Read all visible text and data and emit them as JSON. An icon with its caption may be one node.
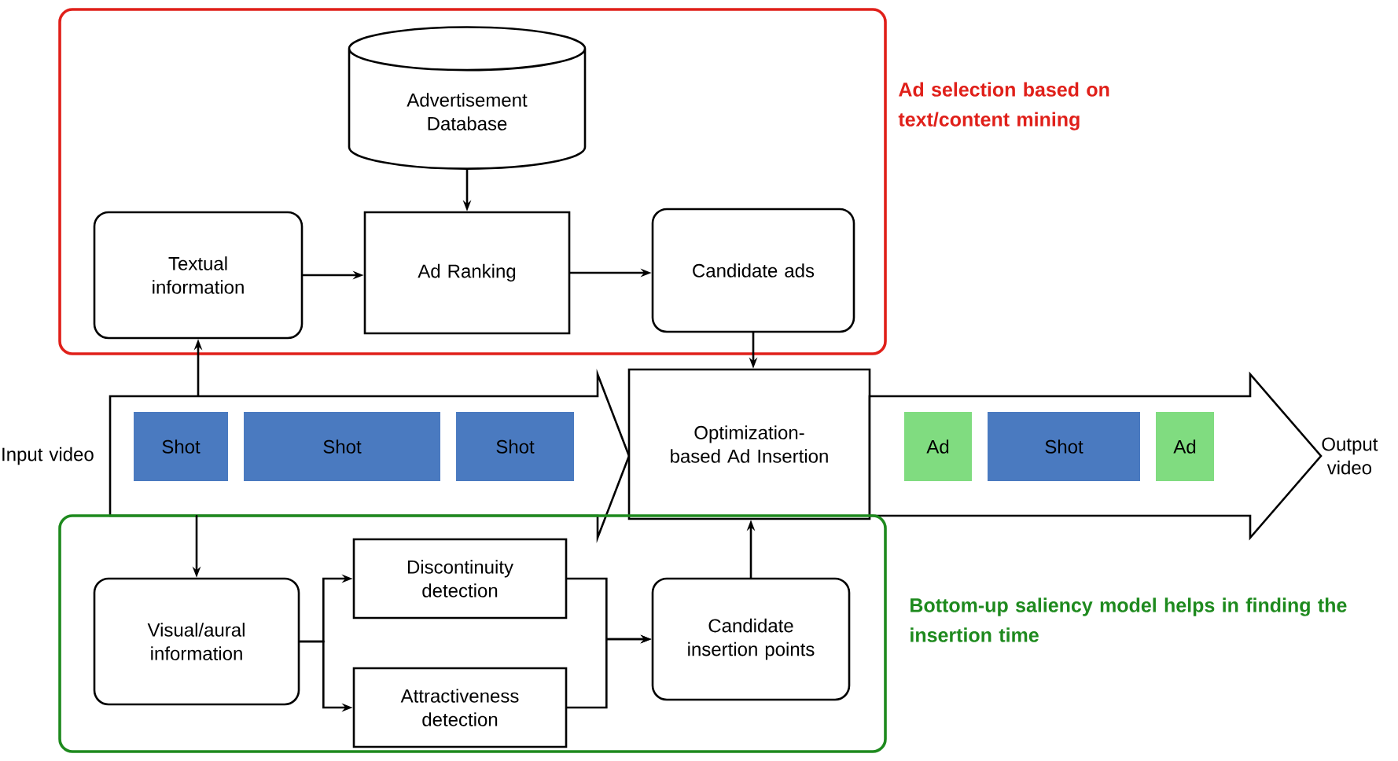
{
  "diagram": {
    "nodes": [
      {
        "text": [
          "Ad selection based on text/content mining"
        ]
      },
      {
        "text": [
          "Advertisement Database"
        ],
        "in": 0
      },
      {
        "text": [
          "Textual information"
        ],
        "in": 0
      },
      {
        "text": [
          "Ad Ranking"
        ],
        "in": 0
      },
      {
        "text": [
          "Candidate ads"
        ],
        "in": 0
      },
      {
        "text": [],
        "shape": "arrow",
        "beside": [
          "Input video"
        ]
      },
      {
        "text": [
          "Shot"
        ],
        "in": 5
      },
      {
        "text": [
          "Shot"
        ],
        "in": 5
      },
      {
        "text": [
          "Shot"
        ],
        "in": 5
      },
      {
        "text": [
          "Optimization-based Ad Insertion"
        ]
      },
      {
        "text": [],
        "shape": "arrow",
        "beside": [
          "Output video"
        ]
      },
      {
        "text": [
          "Ad"
        ],
        "in": 10
      },
      {
        "text": [
          "Shot"
        ],
        "in": 10
      },
      {
        "text": [
          "Ad"
        ],
        "in": 10
      },
      {
        "text": [
          "Bottom-up saliency model helps in finding the insertion time"
        ]
      },
      {
        "text": [
          "Visual/aural information"
        ],
        "in": 14
      },
      {
        "text": [
          "Discontinuity detection"
        ],
        "in": 14
      },
      {
        "text": [
          "Attractiveness detection"
        ],
        "in": 14
      },
      {
        "text": [
          "Candidate insertion points"
        ],
        "in": 14
      }
    ],
    "edges": [
      {
        "from": 1,
        "to": 3,
        "arrow": "to"
      },
      {
        "from": 2,
        "to": 3,
        "arrow": "to"
      },
      {
        "from": 3,
        "to": 4,
        "arrow": "to"
      },
      {
        "from": 4,
        "to": 9,
        "arrow": "to"
      },
      {
        "from": 5,
        "to": 2,
        "arrow": "to"
      },
      {
        "from": 5,
        "to": 15,
        "arrow": "to"
      },
      {
        "from": 15,
        "to": 16,
        "arrow": "to"
      },
      {
        "from": 15,
        "to": 17,
        "arrow": "to"
      },
      {
        "from": 16,
        "to": 18,
        "arrow": "to"
      },
      {
        "from": 17,
        "to": 18,
        "arrow": "to"
      },
      {
        "from": 18,
        "to": 9,
        "arrow": "to"
      }
    ]
  }
}
